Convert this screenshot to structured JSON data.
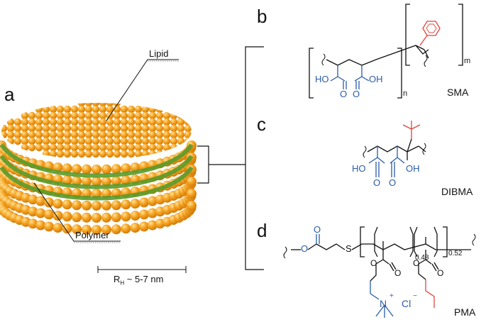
{
  "panels": {
    "a": "a",
    "b": "b",
    "c": "c",
    "d": "d"
  },
  "nanodisc": {
    "lipid_label": "Lipid",
    "polymer_label": "Polymer",
    "size_prefix": "R",
    "size_subscript": "H",
    "size_value": "~ 5-7 nm"
  },
  "sma": {
    "name": "SMA",
    "acid_left": "HO",
    "acid_right": "OH",
    "oxygen": "O",
    "n": "n",
    "m": "m"
  },
  "dibma": {
    "name": "DIBMA",
    "acid_left": "HO",
    "acid_right": "OH",
    "oxygen": "O"
  },
  "pma": {
    "name": "PMA",
    "oxygen": "O",
    "sulfur": "S",
    "nitrogen": "N",
    "chloride": "Cl",
    "plus": "+",
    "minus": "−",
    "x1": "0.48",
    "x2": "0.52"
  },
  "colors": {
    "lipid": "#f39c12",
    "lipid_highlight": "#ffd27a",
    "polymer_band": "#5a9a2a",
    "blue": "#2a5ca8",
    "red": "#e0443e",
    "black": "#111111"
  }
}
